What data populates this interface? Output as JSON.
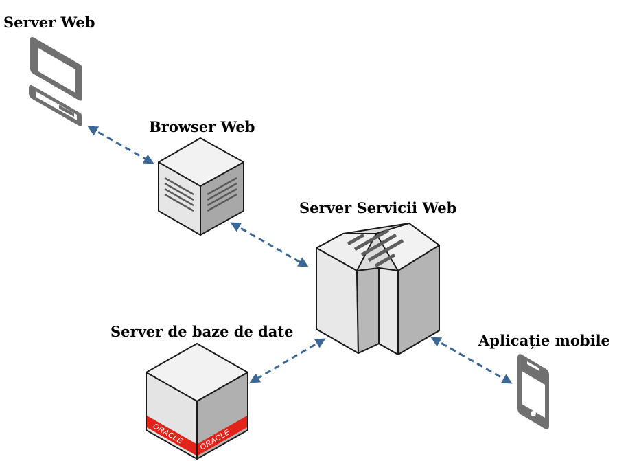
{
  "labels": {
    "server_web": "Server Web",
    "browser_web": "Browser Web",
    "server_servicii_web": "Server Servicii Web",
    "server_baze_date": "Server de baze de date",
    "aplicatie_mobile": "Aplicație mobile"
  },
  "oracle": {
    "brand": "ORACLE",
    "color": "#e2231a"
  },
  "colors": {
    "connector": "#3b6796",
    "device_gray": "#707070",
    "box_light": "#e9e9e9",
    "box_mid": "#c9c9c9",
    "box_dark": "#a6a6a6"
  }
}
